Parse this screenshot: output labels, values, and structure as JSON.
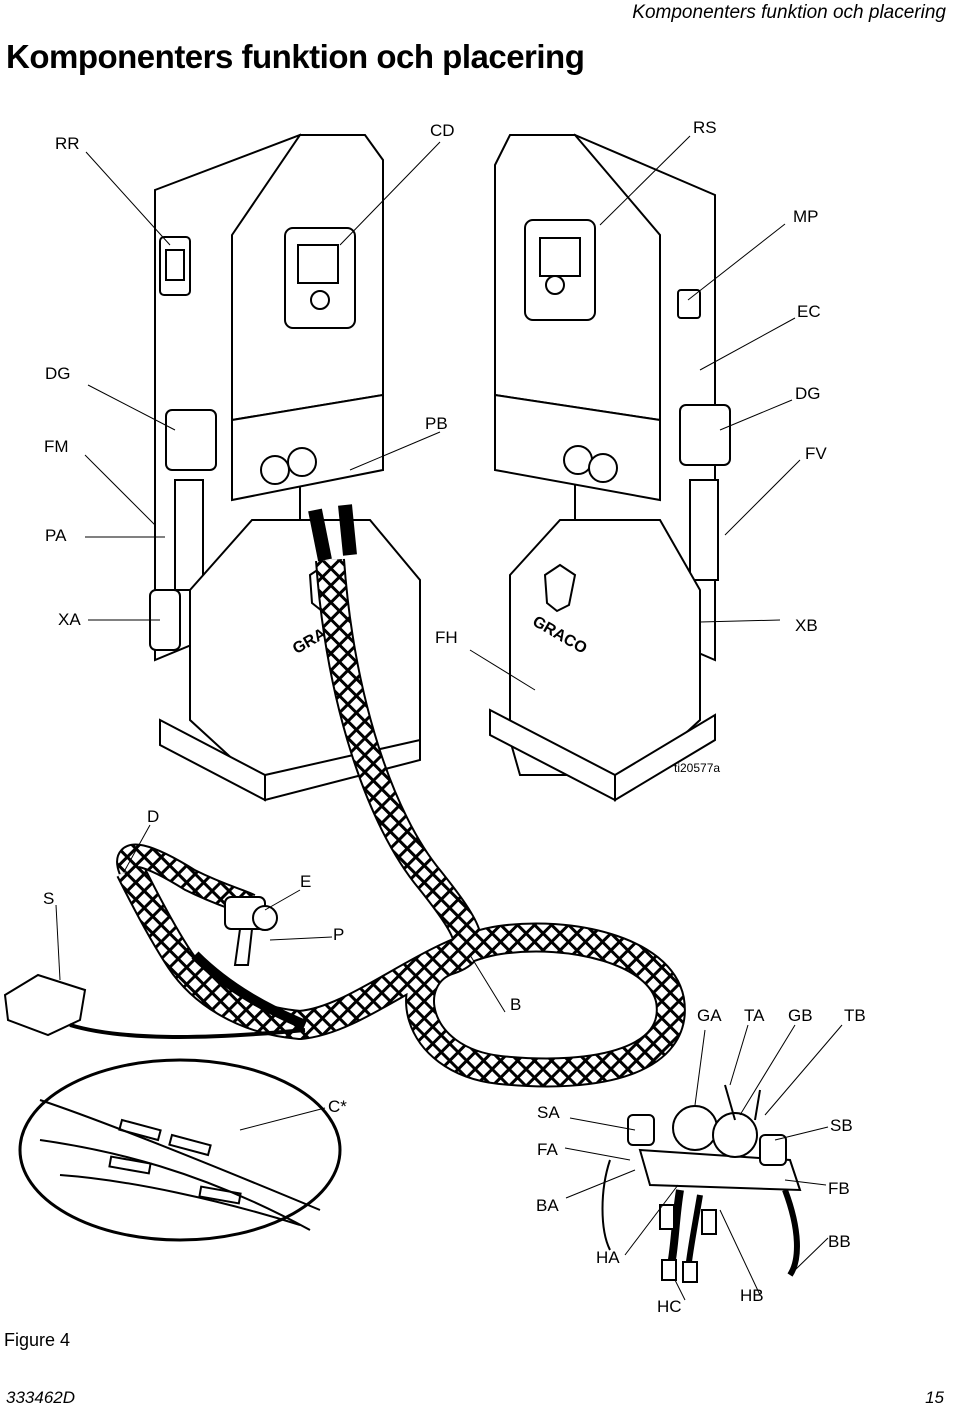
{
  "header": {
    "running_title": "Komponenters funktion och placering",
    "page_title": "Komponenters funktion och placering"
  },
  "callouts": {
    "RR": "RR",
    "CD": "CD",
    "RS": "RS",
    "MP": "MP",
    "EC": "EC",
    "DG_left": "DG",
    "DG_right": "DG",
    "FM": "FM",
    "PB": "PB",
    "FV": "FV",
    "PA": "PA",
    "XA": "XA",
    "FH": "FH",
    "XB": "XB",
    "ref": "ti20577a",
    "D": "D",
    "S": "S",
    "E": "E",
    "P": "P",
    "B": "B",
    "GA": "GA",
    "TA": "TA",
    "GB": "GB",
    "TB": "TB",
    "C": "C*",
    "SA": "SA",
    "SB": "SB",
    "FA": "FA",
    "FB": "FB",
    "BA": "BA",
    "BB": "BB",
    "HA": "HA",
    "HB": "HB",
    "HC": "HC"
  },
  "logo_text": "GRACO",
  "figure_caption": "Figure 4",
  "footer": {
    "doc_number": "333462D",
    "page_number": "15"
  }
}
